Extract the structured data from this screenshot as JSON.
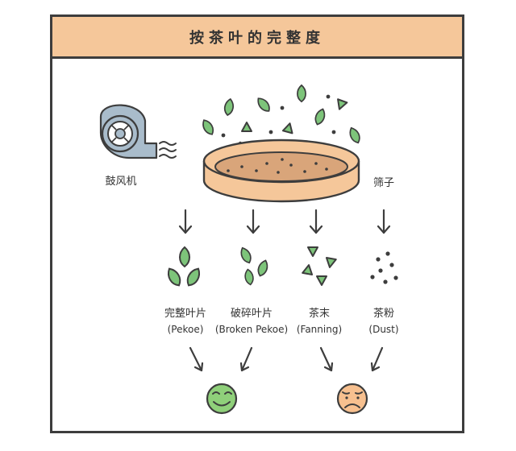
{
  "header": {
    "title": "按茶叶的完整度"
  },
  "labels": {
    "blower": "鼓风机",
    "sieve": "筛子"
  },
  "categories": [
    {
      "name": "完整叶片",
      "english": "(Pekoe)"
    },
    {
      "name": "破碎叶片",
      "english": "(Broken Pekoe)"
    },
    {
      "name": "茶末",
      "english": "(Fanning)"
    },
    {
      "name": "茶粉",
      "english": "(Dust)"
    }
  ],
  "colors": {
    "header_bg": "#f5c79a",
    "leaf_green": "#7dc47a",
    "sieve": "#f5c79a",
    "fan_blue": "#a9bccb",
    "happy_face": "#8fd07a",
    "sad_face": "#f7c08f",
    "outline": "#3d3d3d"
  }
}
